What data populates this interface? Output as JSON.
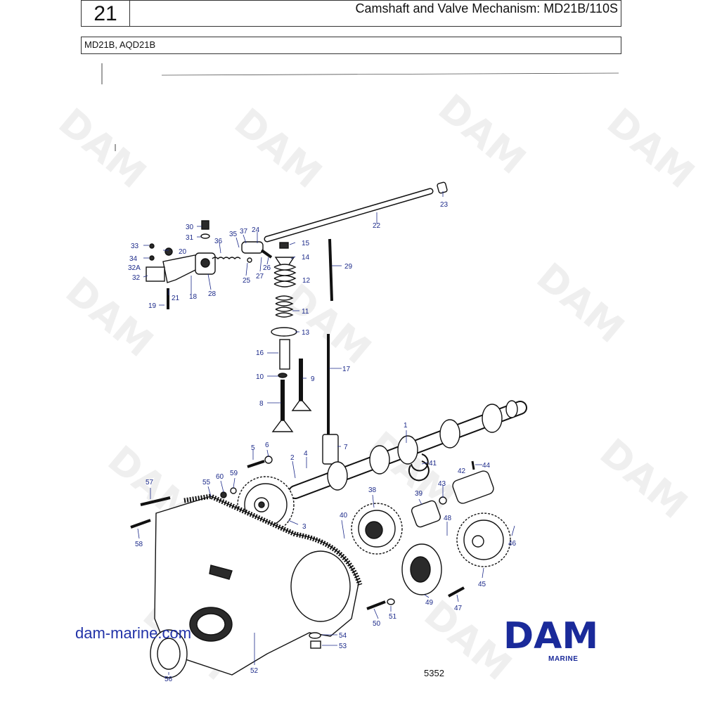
{
  "header": {
    "page_number": "21",
    "title": "Camshaft and Valve Mechanism: MD21B/110S",
    "models": "MD21B, AQD21B"
  },
  "watermark": "DAM",
  "footer": {
    "website": "dam-marine.com",
    "drawing_number": "5352",
    "brand": "DAM",
    "brand_sub": "MARINE"
  },
  "callouts": {
    "c1": "1",
    "c2": "2",
    "c3": "3",
    "c4": "4",
    "c5": "5",
    "c6": "6",
    "c7": "7",
    "c8": "8",
    "c9": "9",
    "c10": "10",
    "c11": "11",
    "c12": "12",
    "c13": "13",
    "c14": "14",
    "c15": "15",
    "c16": "16",
    "c17": "17",
    "c18": "18",
    "c19": "19",
    "c20": "20",
    "c21": "21",
    "c22": "22",
    "c23": "23",
    "c24": "24",
    "c25": "25",
    "c26": "26",
    "c27": "27",
    "c28": "28",
    "c29": "29",
    "c30": "30",
    "c31": "31",
    "c32": "32",
    "c32a": "32A",
    "c33": "33",
    "c34": "34",
    "c35": "35",
    "c36": "36",
    "c37": "37",
    "c38": "38",
    "c39": "39",
    "c40": "40",
    "c41": "41",
    "c42": "42",
    "c43": "43",
    "c44": "44",
    "c45": "45",
    "c46": "46",
    "c47": "47",
    "c48": "48",
    "c49": "49",
    "c50": "50",
    "c51": "51",
    "c52": "52",
    "c53": "53",
    "c54": "54",
    "c55": "55",
    "c56": "56",
    "c57": "57",
    "c58": "58",
    "c59": "59",
    "c60": "60"
  },
  "colors": {
    "callout": "#1c2a8a",
    "brand_blue": "#1a2a9a",
    "url_blue": "#2233a8"
  }
}
